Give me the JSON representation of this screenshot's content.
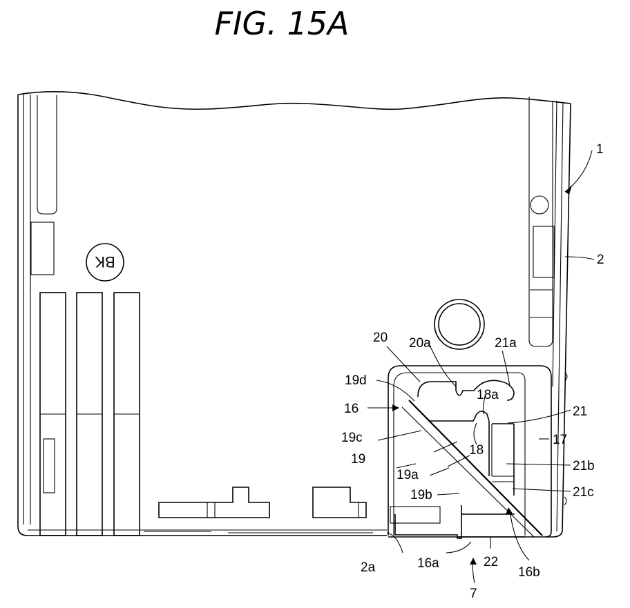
{
  "figure": {
    "title": "FIG. 15A",
    "stamp": "BK",
    "labels": {
      "l1": "1",
      "l2": "2",
      "l2a": "2a",
      "l7": "7",
      "l16": "16",
      "l16a": "16a",
      "l16b": "16b",
      "l17": "17",
      "l18": "18",
      "l18a": "18a",
      "l19": "19",
      "l19a": "19a",
      "l19b": "19b",
      "l19c": "19c",
      "l19d": "19d",
      "l20": "20",
      "l20a": "20a",
      "l21": "21",
      "l21a": "21a",
      "l21b": "21b",
      "l21c": "21c",
      "l22": "22"
    }
  }
}
